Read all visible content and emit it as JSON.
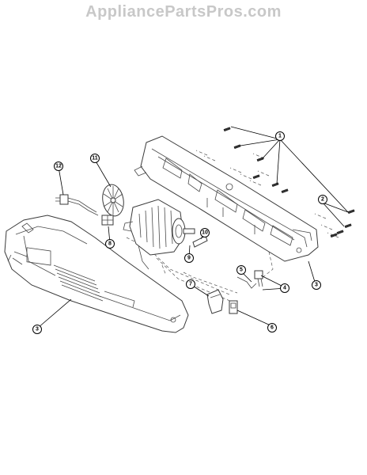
{
  "watermark": "AppliancePartsPros.com",
  "callouts": {
    "c1": "1",
    "c2": "2",
    "c3a": "3",
    "c3b": "3",
    "c4": "4",
    "c5": "5",
    "c6": "6",
    "c7": "7",
    "c8": "8",
    "c9": "9",
    "c10": "10",
    "c11": "11",
    "c12": "12"
  }
}
